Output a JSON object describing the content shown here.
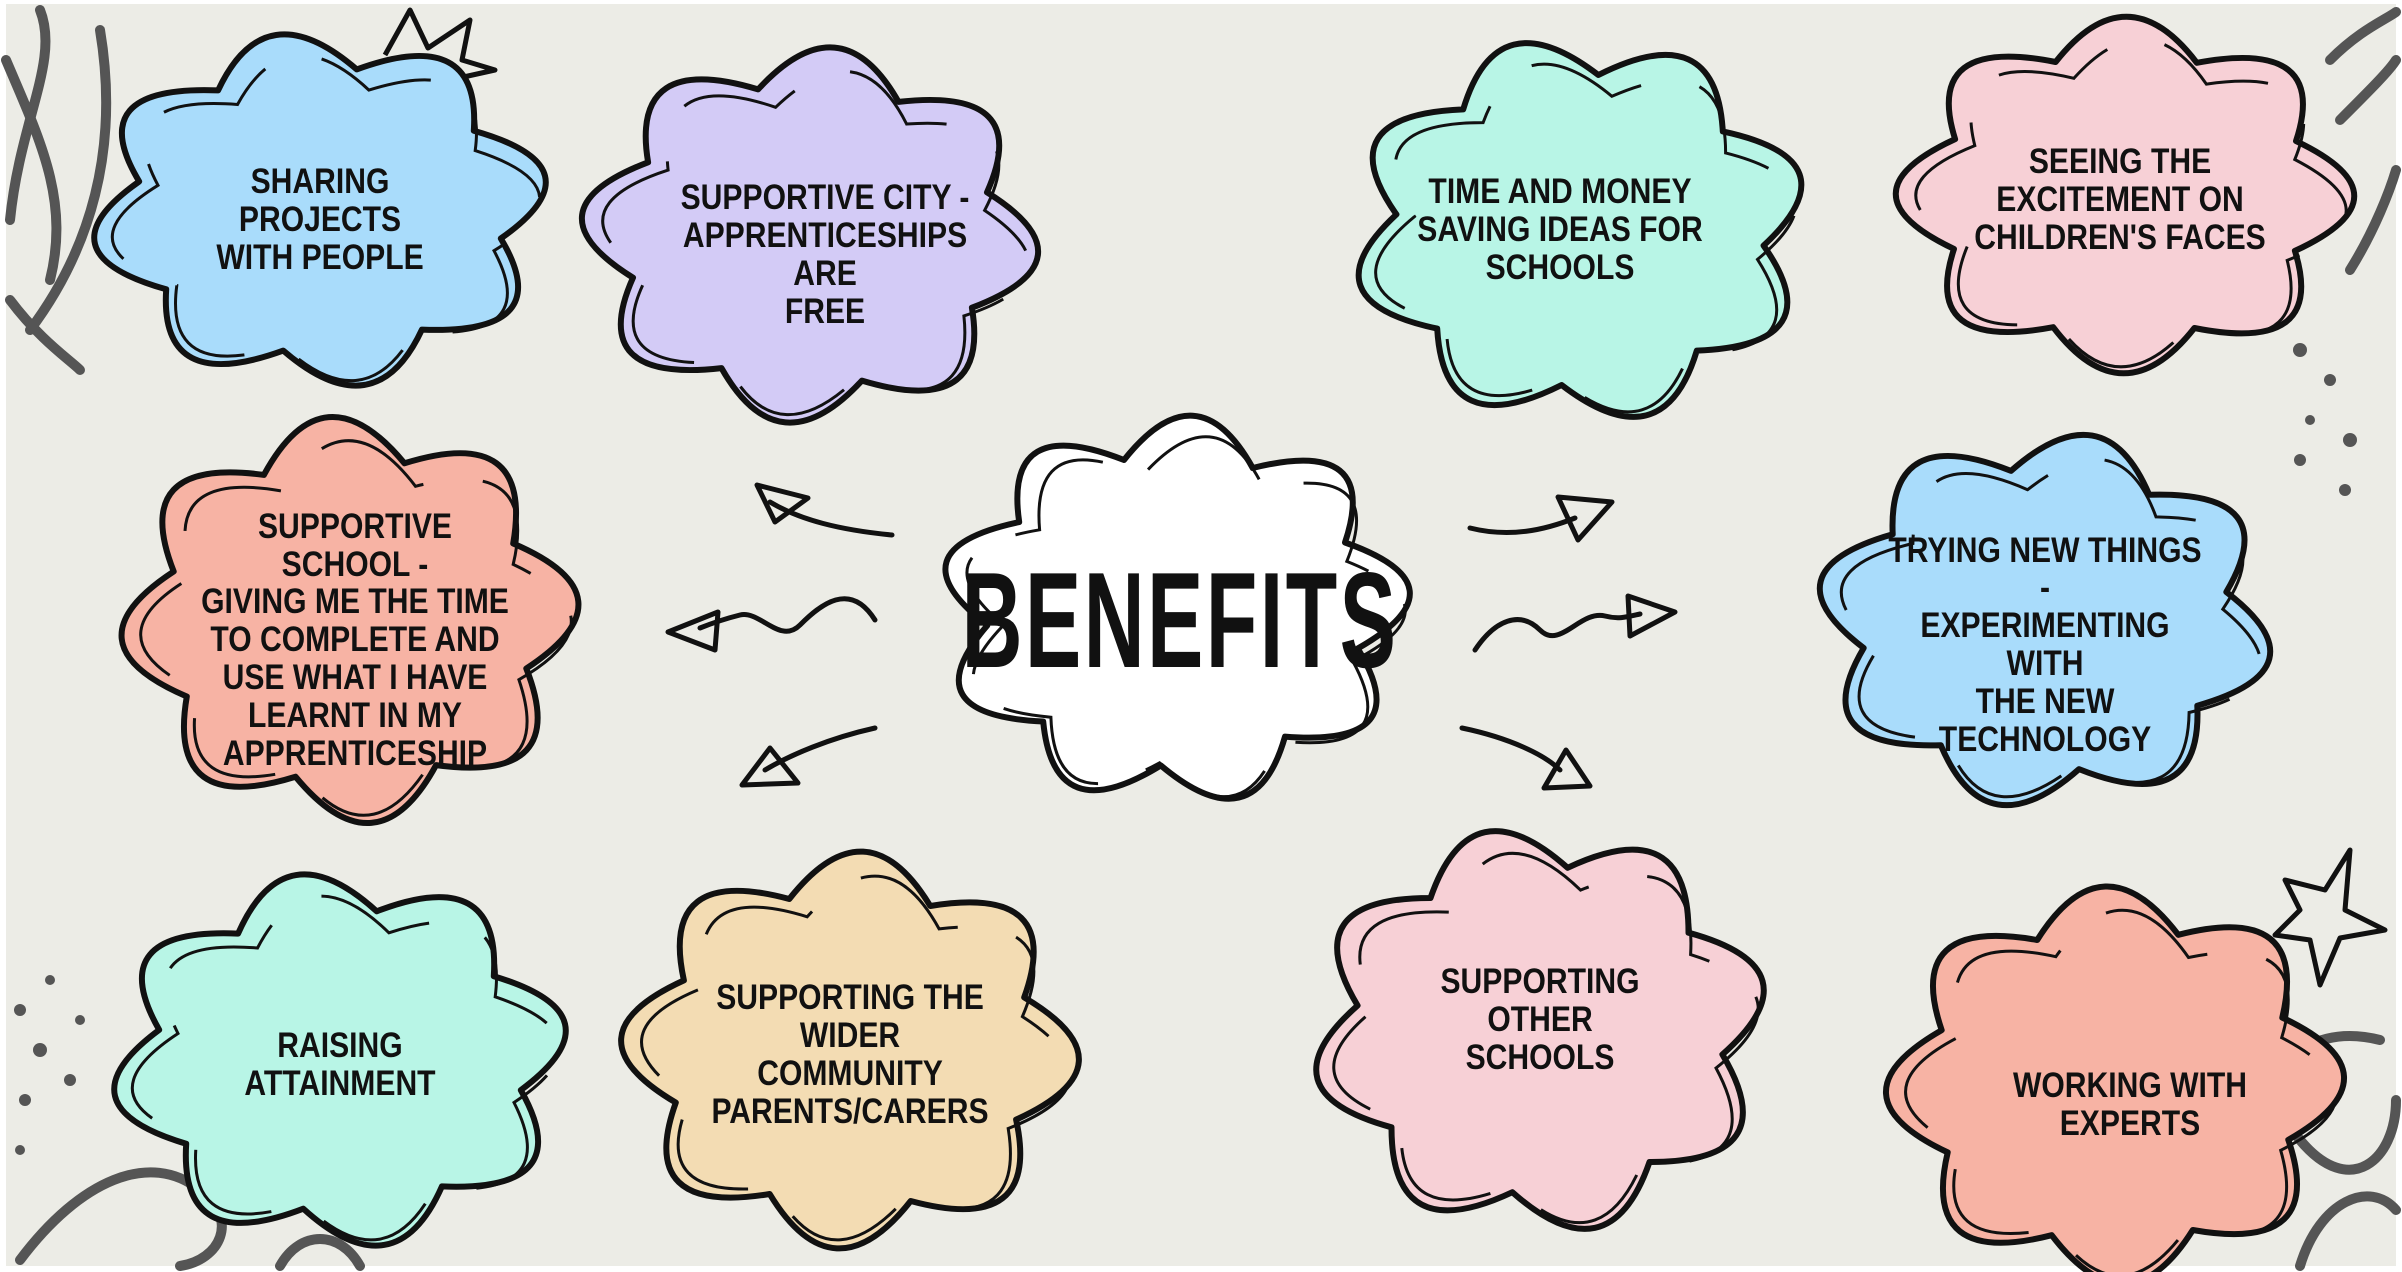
{
  "title": "BENEFITS",
  "background": "#ecece6",
  "center": {
    "fill": "#ffffff",
    "stroke": "#111111"
  },
  "clouds": [
    {
      "id": "sharing-projects",
      "label": "SHARING PROJECTS\nWITH PEOPLE",
      "color": "#a9dcfb"
    },
    {
      "id": "supportive-city",
      "label": "SUPPORTIVE CITY -\nAPPRENTICESHIPS ARE\nFREE",
      "color": "#d3cbf6"
    },
    {
      "id": "time-money",
      "label": "TIME AND MONEY\nSAVING IDEAS FOR\nSCHOOLS",
      "color": "#b8f5e6"
    },
    {
      "id": "excitement",
      "label": "SEEING THE\nEXCITEMENT ON\nCHILDREN'S FACES",
      "color": "#f7d0d6"
    },
    {
      "id": "supportive-school",
      "label": "SUPPORTIVE SCHOOL -\nGIVING ME THE TIME\nTO COMPLETE AND\nUSE WHAT I HAVE\nLEARNT IN MY\nAPPRENTICESHIP",
      "color": "#f7b3a4"
    },
    {
      "id": "trying-new",
      "label": "TRYING NEW THINGS -\nEXPERIMENTING WITH\nTHE NEW\nTECHNOLOGY",
      "color": "#a9dcfb"
    },
    {
      "id": "raising-attainment",
      "label": "RAISING ATTAINMENT",
      "color": "#b8f5e6"
    },
    {
      "id": "wider-community",
      "label": "SUPPORTING THE\nWIDER COMMUNITY\nPARENTS/CARERS",
      "color": "#f3dcb3"
    },
    {
      "id": "other-schools",
      "label": "SUPPORTING OTHER\nSCHOOLS",
      "color": "#f7d0d6"
    },
    {
      "id": "experts",
      "label": "WORKING WITH\nEXPERTS",
      "color": "#f7b3a4"
    }
  ]
}
